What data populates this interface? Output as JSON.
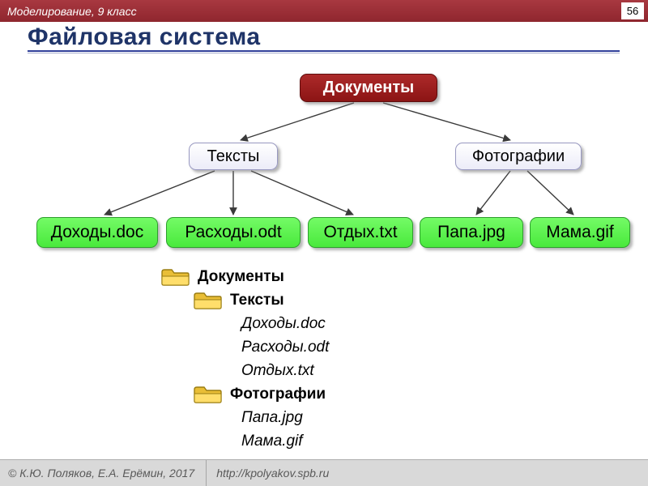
{
  "header": {
    "course": "Моделирование, 9 класс",
    "page_number": "56"
  },
  "slide": {
    "title": "Файловая система"
  },
  "tree": {
    "root": {
      "label": "Документы"
    },
    "folders": [
      {
        "label": "Тексты"
      },
      {
        "label": "Фотографии"
      }
    ],
    "files": [
      {
        "label": "Доходы.doc",
        "parent": "Тексты"
      },
      {
        "label": "Расходы.odt",
        "parent": "Тексты"
      },
      {
        "label": "Отдых.txt",
        "parent": "Тексты"
      },
      {
        "label": "Папа.jpg",
        "parent": "Фотографии"
      },
      {
        "label": "Мама.gif",
        "parent": "Фотографии"
      }
    ]
  },
  "listing": {
    "root": {
      "label": "Документы"
    },
    "folders": [
      {
        "label": "Тексты",
        "files": [
          "Доходы.doc",
          "Расходы.odt",
          "Отдых.txt"
        ]
      },
      {
        "label": "Фотографии",
        "files": [
          "Папа.jpg",
          "Мама.gif"
        ]
      }
    ]
  },
  "footer": {
    "copyright": "© К.Ю. Поляков, Е.А. Ерёмин, 2017",
    "url": "http://kpolyakov.spb.ru"
  },
  "colors": {
    "header_bar": "#9C2F38",
    "title_text": "#1F3468",
    "root_node": "#9A1B1B",
    "folder_node_border": "#9898C0",
    "file_node": "#5BF04E",
    "folder_icon": "#F2C94C"
  }
}
